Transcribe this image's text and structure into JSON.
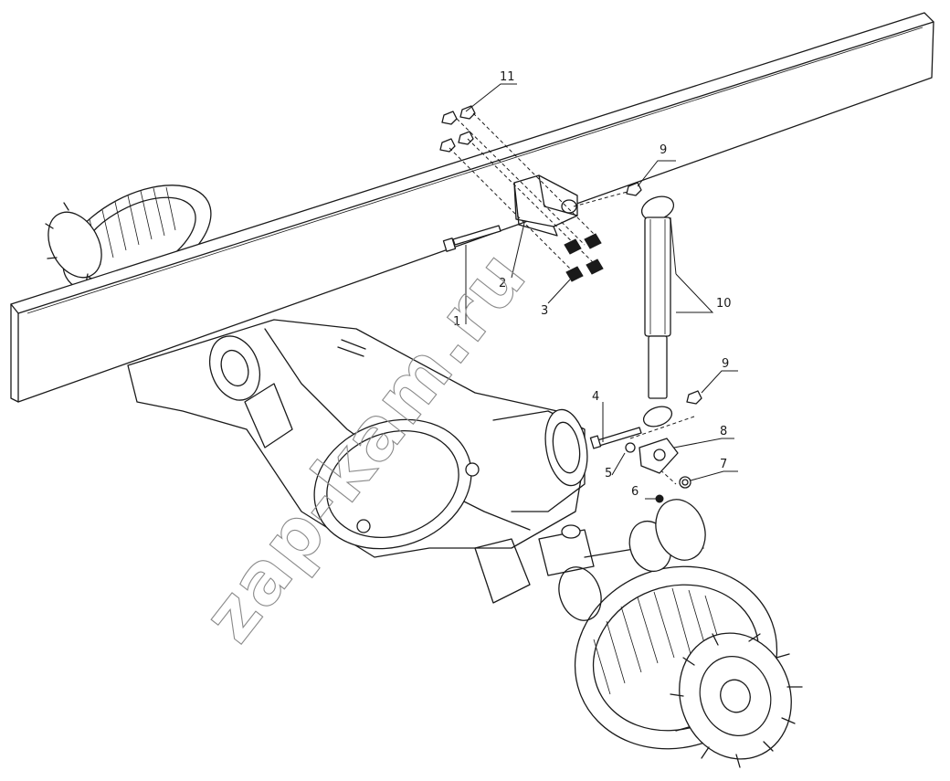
{
  "diagram": {
    "watermark": "zap-kam.ru",
    "callouts": [
      {
        "id": "1",
        "label": "1"
      },
      {
        "id": "2",
        "label": "2"
      },
      {
        "id": "3",
        "label": "3"
      },
      {
        "id": "4",
        "label": "4"
      },
      {
        "id": "5",
        "label": "5"
      },
      {
        "id": "6",
        "label": "6"
      },
      {
        "id": "7",
        "label": "7"
      },
      {
        "id": "8",
        "label": "8"
      },
      {
        "id": "9a",
        "label": "9"
      },
      {
        "id": "9b",
        "label": "9"
      },
      {
        "id": "10",
        "label": "10"
      },
      {
        "id": "11",
        "label": "11"
      }
    ]
  }
}
